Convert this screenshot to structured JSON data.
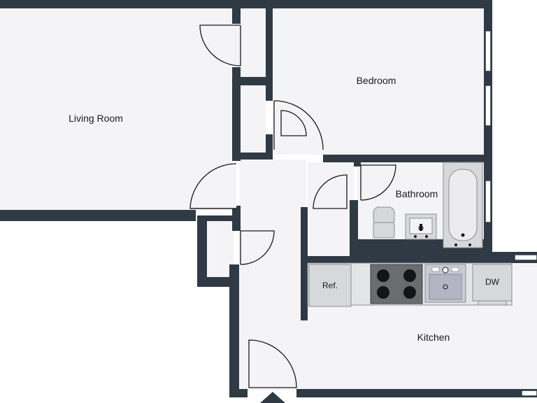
{
  "rooms": {
    "living_room": "Living Room",
    "bedroom": "Bedroom",
    "bathroom": "Bathroom",
    "kitchen": "Kitchen"
  },
  "fixtures": {
    "refrigerator": "Ref.",
    "dishwasher": "DW"
  },
  "colors": {
    "wall": "#2f3a44",
    "floor": "#f4f4f6",
    "fixture": "#d6d8da",
    "fixture_stroke": "#8a8f94",
    "stove": "#6a6d70",
    "burner": "#141414",
    "sink": "#c9cad6",
    "door_stroke": "#1a1a1a",
    "window_fill": "#ffffff"
  }
}
